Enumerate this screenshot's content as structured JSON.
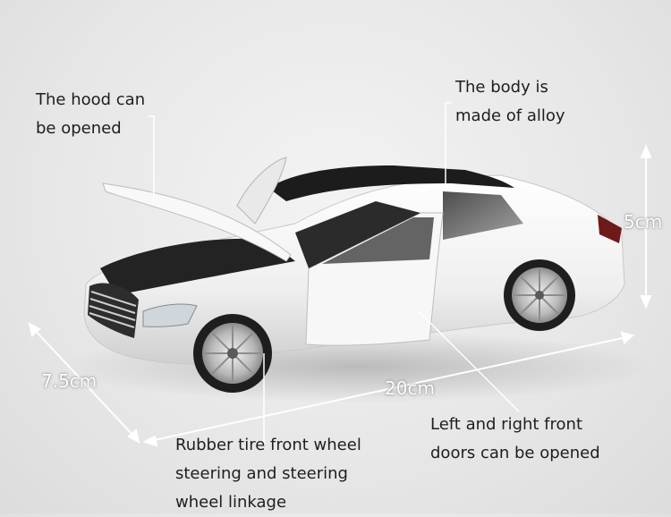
{
  "callouts": {
    "hood": [
      "The hood can",
      "be opened"
    ],
    "body": [
      "The body is",
      "made of alloy"
    ],
    "doors": [
      "Left and right front",
      "doors can be opened"
    ],
    "tire": [
      "Rubber tire front wheel",
      "steering and steering",
      "wheel linkage"
    ]
  },
  "dimensions": {
    "height": "5cm",
    "width": "7.5cm",
    "length": "20cm"
  },
  "colors": {
    "car_body": "#f4f4f4",
    "roof": "#1c1c1c",
    "background": "#e6e6e6",
    "dimension_line": "#ffffff"
  }
}
